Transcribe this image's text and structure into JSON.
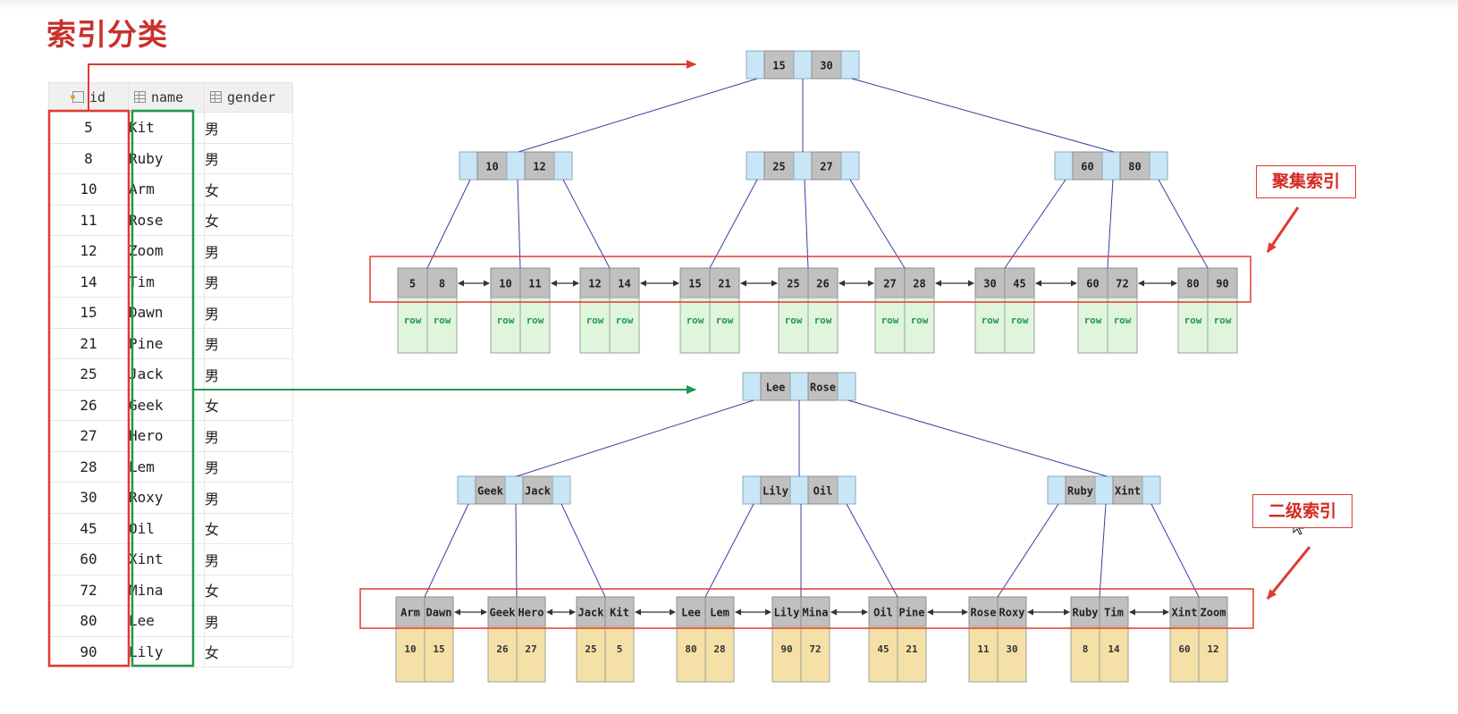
{
  "title": "索引分类",
  "table": {
    "headers": {
      "id": "id",
      "name": "name",
      "gender": "gender"
    },
    "rows": [
      {
        "id": "5",
        "name": "Kit",
        "gender": "男"
      },
      {
        "id": "8",
        "name": "Ruby",
        "gender": "男"
      },
      {
        "id": "10",
        "name": "Arm",
        "gender": "女"
      },
      {
        "id": "11",
        "name": "Rose",
        "gender": "女"
      },
      {
        "id": "12",
        "name": "Zoom",
        "gender": "男"
      },
      {
        "id": "14",
        "name": "Tim",
        "gender": "男"
      },
      {
        "id": "15",
        "name": "Dawn",
        "gender": "男"
      },
      {
        "id": "21",
        "name": "Pine",
        "gender": "男"
      },
      {
        "id": "25",
        "name": "Jack",
        "gender": "男"
      },
      {
        "id": "26",
        "name": "Geek",
        "gender": "女"
      },
      {
        "id": "27",
        "name": "Hero",
        "gender": "男"
      },
      {
        "id": "28",
        "name": "Lem",
        "gender": "男"
      },
      {
        "id": "30",
        "name": "Roxy",
        "gender": "男"
      },
      {
        "id": "45",
        "name": "Oil",
        "gender": "女"
      },
      {
        "id": "60",
        "name": "Xint",
        "gender": "男"
      },
      {
        "id": "72",
        "name": "Mina",
        "gender": "女"
      },
      {
        "id": "80",
        "name": "Lee",
        "gender": "男"
      },
      {
        "id": "90",
        "name": "Lily",
        "gender": "女"
      }
    ]
  },
  "clustered": {
    "label": "聚集索引",
    "root": [
      "15",
      "30"
    ],
    "internal": [
      [
        "10",
        "12"
      ],
      [
        "25",
        "27"
      ],
      [
        "60",
        "80"
      ]
    ],
    "leaves": [
      [
        "5",
        "8"
      ],
      [
        "10",
        "11"
      ],
      [
        "12",
        "14"
      ],
      [
        "15",
        "21"
      ],
      [
        "25",
        "26"
      ],
      [
        "27",
        "28"
      ],
      [
        "30",
        "45"
      ],
      [
        "60",
        "72"
      ],
      [
        "80",
        "90"
      ]
    ],
    "row_text": "row"
  },
  "secondary": {
    "label": "二级索引",
    "root": [
      "Lee",
      "Rose"
    ],
    "internal": [
      [
        "Geek",
        "Jack"
      ],
      [
        "Lily",
        "Oil"
      ],
      [
        "Ruby",
        "Xint"
      ]
    ],
    "leaves": [
      [
        "Arm",
        "Dawn"
      ],
      [
        "Geek",
        "Hero"
      ],
      [
        "Jack",
        "Kit"
      ],
      [
        "Lee",
        "Lem"
      ],
      [
        "Lily",
        "Mina"
      ],
      [
        "Oil",
        "Pine"
      ],
      [
        "Rose",
        "Roxy"
      ],
      [
        "Ruby",
        "Tim"
      ],
      [
        "Xint",
        "Zoom"
      ]
    ],
    "leaf_ids": [
      [
        "10",
        "15"
      ],
      [
        "26",
        "27"
      ],
      [
        "25",
        "5"
      ],
      [
        "80",
        "28"
      ],
      [
        "90",
        "72"
      ],
      [
        "45",
        "21"
      ],
      [
        "11",
        "30"
      ],
      [
        "8",
        "14"
      ],
      [
        "60",
        "12"
      ]
    ]
  },
  "colors": {
    "accent_red": "#e03a2f",
    "accent_green": "#1f9a4e",
    "node_key": "#c0c0c0",
    "node_pointer": "#c8e6f5",
    "row_fill": "#dff5dc",
    "id_fill": "#f5e0a8",
    "edge": "#3a3fa0"
  }
}
